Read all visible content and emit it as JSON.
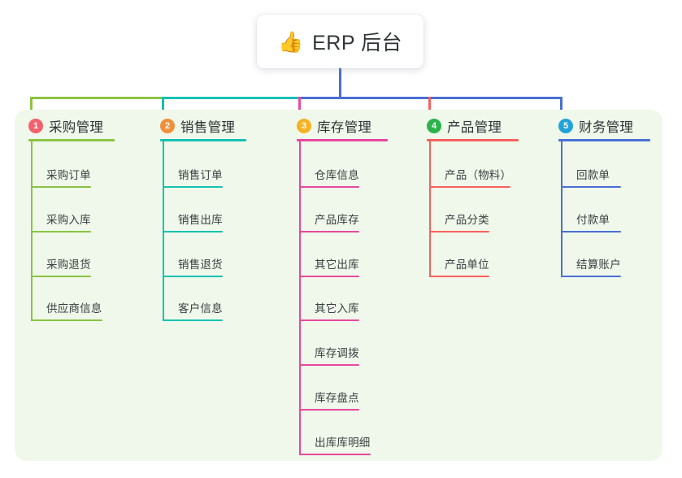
{
  "root": {
    "icon": "thumbs-up-icon",
    "icon_glyph": "👍",
    "title": "ERP 后台"
  },
  "panel": {
    "background_color": "#eff8ea"
  },
  "columns": [
    {
      "number": "1",
      "title": "采购管理",
      "badge_color": "#f2616e",
      "line_color": "#8cc342",
      "head_rule_width": 106,
      "items": [
        {
          "label": "采购订单",
          "rule_width": 74
        },
        {
          "label": "采购入库",
          "rule_width": 74
        },
        {
          "label": "采购退货",
          "rule_width": 74
        },
        {
          "label": "供应商信息",
          "rule_width": 88
        }
      ]
    },
    {
      "number": "2",
      "title": "销售管理",
      "badge_color": "#f18f3b",
      "line_color": "#16c1b4",
      "head_rule_width": 106,
      "items": [
        {
          "label": "销售订单",
          "rule_width": 74
        },
        {
          "label": "销售出库",
          "rule_width": 74
        },
        {
          "label": "销售退货",
          "rule_width": 74
        },
        {
          "label": "客户信息",
          "rule_width": 74
        }
      ]
    },
    {
      "number": "3",
      "title": "库存管理",
      "badge_color": "#f5b324",
      "line_color": "#e8489f",
      "head_rule_width": 112,
      "items": [
        {
          "label": "仓库信息",
          "rule_width": 74
        },
        {
          "label": "产品库存",
          "rule_width": 74
        },
        {
          "label": "其它出库",
          "rule_width": 74
        },
        {
          "label": "其它入库",
          "rule_width": 74
        },
        {
          "label": "库存调拨",
          "rule_width": 74
        },
        {
          "label": "库存盘点",
          "rule_width": 74
        },
        {
          "label": "出库库明细",
          "rule_width": 88
        }
      ]
    },
    {
      "number": "4",
      "title": "产品管理",
      "badge_color": "#2bb34a",
      "line_color": "#f9615d",
      "head_rule_width": 113,
      "items": [
        {
          "label": "产品（物料）",
          "rule_width": 100
        },
        {
          "label": "产品分类",
          "rule_width": 74
        },
        {
          "label": "产品单位",
          "rule_width": 74
        }
      ]
    },
    {
      "number": "5",
      "title": "财务管理",
      "badge_color": "#22a3d8",
      "line_color": "#4a6fd4",
      "head_rule_width": 113,
      "items": [
        {
          "label": "回款单",
          "rule_width": 74
        },
        {
          "label": "付款单",
          "rule_width": 74
        },
        {
          "label": "结算账户",
          "rule_width": 74
        }
      ]
    }
  ],
  "connectors": {
    "trunk_color": "#4a6fd4",
    "segments": [
      {
        "color": "#8cc342"
      },
      {
        "color": "#16c1b4"
      },
      {
        "color": "#4a6fd4"
      },
      {
        "color": "#4a6fd4"
      }
    ]
  }
}
